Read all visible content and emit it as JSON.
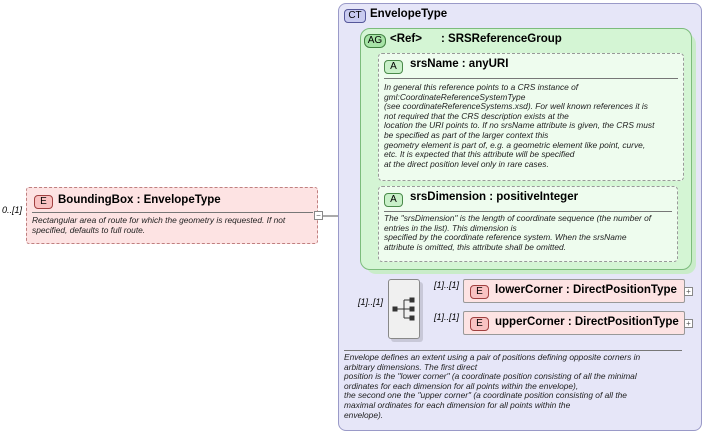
{
  "root": {
    "occurs": "0..[1]",
    "kind": "E",
    "title": "BoundingBox : EnvelopeType",
    "doc": "Rectangular area of route for which the geometry is requested.  If not\nspecified, defaults to full route."
  },
  "complex_type": {
    "kind": "CT",
    "title": "EnvelopeType",
    "doc": "Envelope defines an extent using a pair of positions defining opposite corners in\narbitrary dimensions. The first direct\nposition is the \"lower corner\" (a coordinate position consisting of all the minimal\nordinates for each dimension for all points within the envelope),\nthe second one the \"upper corner\" (a coordinate position consisting of all the\nmaximal ordinates for each dimension for all points within the\nenvelope)."
  },
  "attribute_group": {
    "kind": "AG",
    "ref_label": "<Ref>",
    "title": ": SRSReferenceGroup"
  },
  "attributes": [
    {
      "kind": "A",
      "title": "srsName : anyURI",
      "doc": "In general this reference points to a CRS instance of\ngml:CoordinateReferenceSystemType\n(see coordinateReferenceSystems.xsd). For well known references it is\nnot required that the CRS description exists at the\nlocation the URI points to. If no srsName attribute is given, the CRS must\nbe specified as part of the larger context this\ngeometry element is part of, e.g. a geometric element like point, curve,\netc. It is expected that this attribute will be specified\nat the direct position level only in rare cases."
    },
    {
      "kind": "A",
      "title": "srsDimension : positiveInteger",
      "doc": "The \"srsDimension\" is the length of coordinate sequence (the number of\nentries in the list). This dimension is\nspecified by the coordinate reference system. When the srsName\nattribute is omitted, this attribute shall be omitted."
    }
  ],
  "sequence": {
    "occurs": "[1]..[1]",
    "icon": "sequence-icon"
  },
  "children": [
    {
      "occurs": "[1]..[1]",
      "kind": "E",
      "title": "lowerCorner : DirectPositionType"
    },
    {
      "occurs": "[1]..[1]",
      "kind": "E",
      "title": "upperCorner : DirectPositionType"
    }
  ],
  "colors": {
    "element_fill": "#fde3e3",
    "element_badge": "#f9c2c2",
    "complex_fill": "#e6e6f8",
    "group_fill": "#d4f5d4",
    "attribute_fill": "#eefcee"
  }
}
